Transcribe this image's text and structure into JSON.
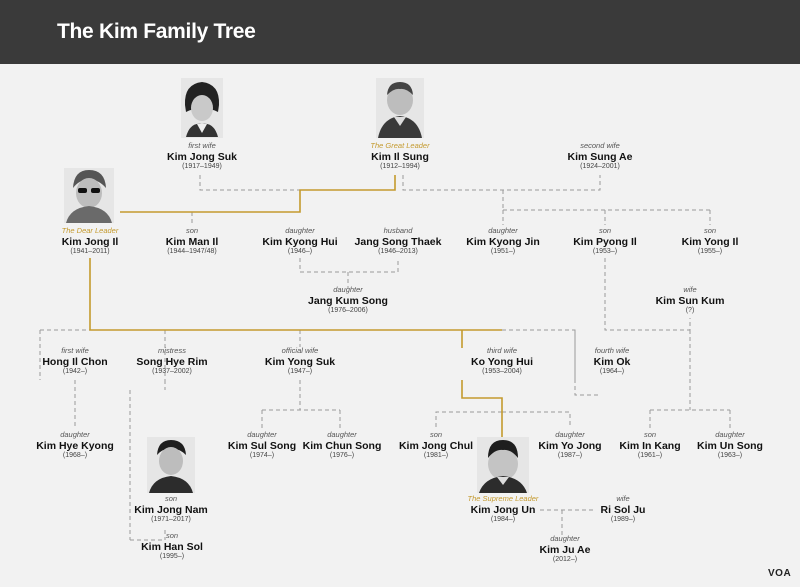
{
  "header": {
    "title": "The Kim Family Tree"
  },
  "watermark": "VOA",
  "colors": {
    "header_bg": "#3a3a3a",
    "accent_gold": "#c49a2e",
    "dash_gray": "#9a9a9a"
  },
  "people": [
    {
      "id": "kim-jong-suk",
      "role": "first wife",
      "name": "Kim Jong Suk",
      "years": "(1917–1949)"
    },
    {
      "id": "kim-il-sung",
      "role": "The Great Leader",
      "name": "Kim Il Sung",
      "years": "(1912–1994)"
    },
    {
      "id": "kim-sung-ae",
      "role": "second wife",
      "name": "Kim Sung Ae",
      "years": "(1924–2001)"
    },
    {
      "id": "kim-jong-il",
      "role": "The Dear Leader",
      "name": "Kim Jong Il",
      "years": "(1941–2011)"
    },
    {
      "id": "kim-man-il",
      "role": "son",
      "name": "Kim Man Il",
      "years": "(1944–1947/48)"
    },
    {
      "id": "kim-kyong-hui",
      "role": "daughter",
      "name": "Kim Kyong Hui",
      "years": "(1946–)"
    },
    {
      "id": "jang-song-thaek",
      "role": "husband",
      "name": "Jang Song Thaek",
      "years": "(1946–2013)"
    },
    {
      "id": "kim-kyong-jin",
      "role": "daughter",
      "name": "Kim Kyong Jin",
      "years": "(1951–)"
    },
    {
      "id": "kim-pyong-il",
      "role": "son",
      "name": "Kim Pyong Il",
      "years": "(1953–)"
    },
    {
      "id": "kim-yong-il",
      "role": "son",
      "name": "Kim Yong Il",
      "years": "(1955–)"
    },
    {
      "id": "jang-kum-song",
      "role": "daughter",
      "name": "Jang Kum Song",
      "years": "(1976–2006)"
    },
    {
      "id": "kim-sun-kum",
      "role": "wife",
      "name": "Kim Sun Kum",
      "years": "(?)"
    },
    {
      "id": "hong-il-chon",
      "role": "first wife",
      "name": "Hong Il Chon",
      "years": "(1942–)"
    },
    {
      "id": "song-hye-rim",
      "role": "mistress",
      "name": "Song Hye Rim",
      "years": "(1937–2002)"
    },
    {
      "id": "kim-yong-suk",
      "role": "official wife",
      "name": "Kim Yong Suk",
      "years": "(1947–)"
    },
    {
      "id": "ko-yong-hui",
      "role": "third wife",
      "name": "Ko Yong Hui",
      "years": "(1953–2004)"
    },
    {
      "id": "kim-ok",
      "role": "fourth wife",
      "name": "Kim Ok",
      "years": "(1964–)"
    },
    {
      "id": "kim-hye-kyong",
      "role": "daughter",
      "name": "Kim Hye Kyong",
      "years": "(1968–)"
    },
    {
      "id": "kim-sul-song",
      "role": "daughter",
      "name": "Kim Sul Song",
      "years": "(1974–)"
    },
    {
      "id": "kim-chun-song",
      "role": "daughter",
      "name": "Kim Chun Song",
      "years": "(1976–)"
    },
    {
      "id": "kim-jong-chul",
      "role": "son",
      "name": "Kim Jong Chul",
      "years": "(1981–)"
    },
    {
      "id": "kim-yo-jong",
      "role": "daughter",
      "name": "Kim Yo Jong",
      "years": "(1987–)"
    },
    {
      "id": "kim-in-kang",
      "role": "son",
      "name": "Kim In Kang",
      "years": "(1961–)"
    },
    {
      "id": "kim-un-song",
      "role": "daughter",
      "name": "Kim Un Song",
      "years": "(1963–)"
    },
    {
      "id": "kim-jong-nam",
      "role": "son",
      "name": "Kim Jong Nam",
      "years": "(1971–2017)"
    },
    {
      "id": "kim-jong-un",
      "role": "The Supreme Leader",
      "name": "Kim Jong Un",
      "years": "(1984–)"
    },
    {
      "id": "ri-sol-ju",
      "role": "wife",
      "name": "Ri Sol Ju",
      "years": "(1989–)"
    },
    {
      "id": "kim-han-sol",
      "role": "son",
      "name": "Kim Han Sol",
      "years": "(1995–)"
    },
    {
      "id": "kim-ju-ae",
      "role": "daughter",
      "name": "Kim Ju Ae",
      "years": "(2012–)"
    }
  ]
}
